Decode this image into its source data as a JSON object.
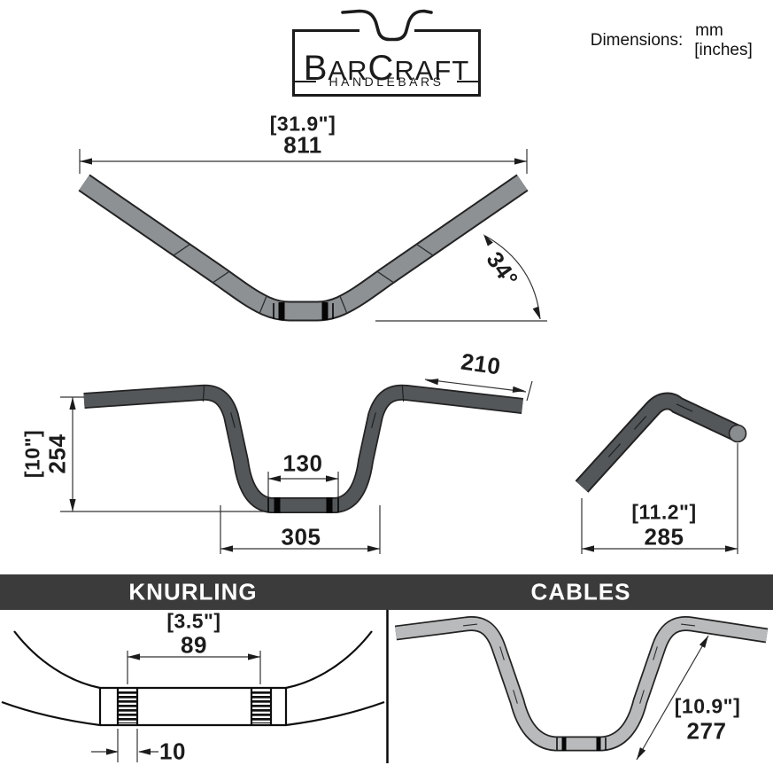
{
  "brand": {
    "b": "B",
    "ar": "AR",
    "c": "C",
    "raft": "RAFT",
    "sub": "HANDLEBARS"
  },
  "legend": {
    "label": "Dimensions:",
    "mm": "mm",
    "inches": "[inches]"
  },
  "top_view": {
    "width_in": "[31.9\"]",
    "width_mm": "811",
    "rise_angle": "34°"
  },
  "front_view": {
    "height_in": "[10\"]",
    "height_mm": "254",
    "grip_length_mm": "210",
    "knurl_spacing_mm": "130",
    "base_width_mm": "305"
  },
  "side_view": {
    "pullback_in": "[11.2\"]",
    "pullback_mm": "285"
  },
  "knurling": {
    "title": "KNURLING",
    "span_in": "[3.5\"]",
    "span_mm": "89",
    "band_width_mm": "10"
  },
  "cables": {
    "title": "CABLES",
    "run_in": "[10.9\"]",
    "run_mm": "277"
  },
  "colors": {
    "tube-top": "#8d9194",
    "tube-dark": "#54575a",
    "tube-light": "#b9babb",
    "outline": "#232323",
    "header-bg": "#3b3b3b",
    "dim": "#1c1c1c"
  }
}
